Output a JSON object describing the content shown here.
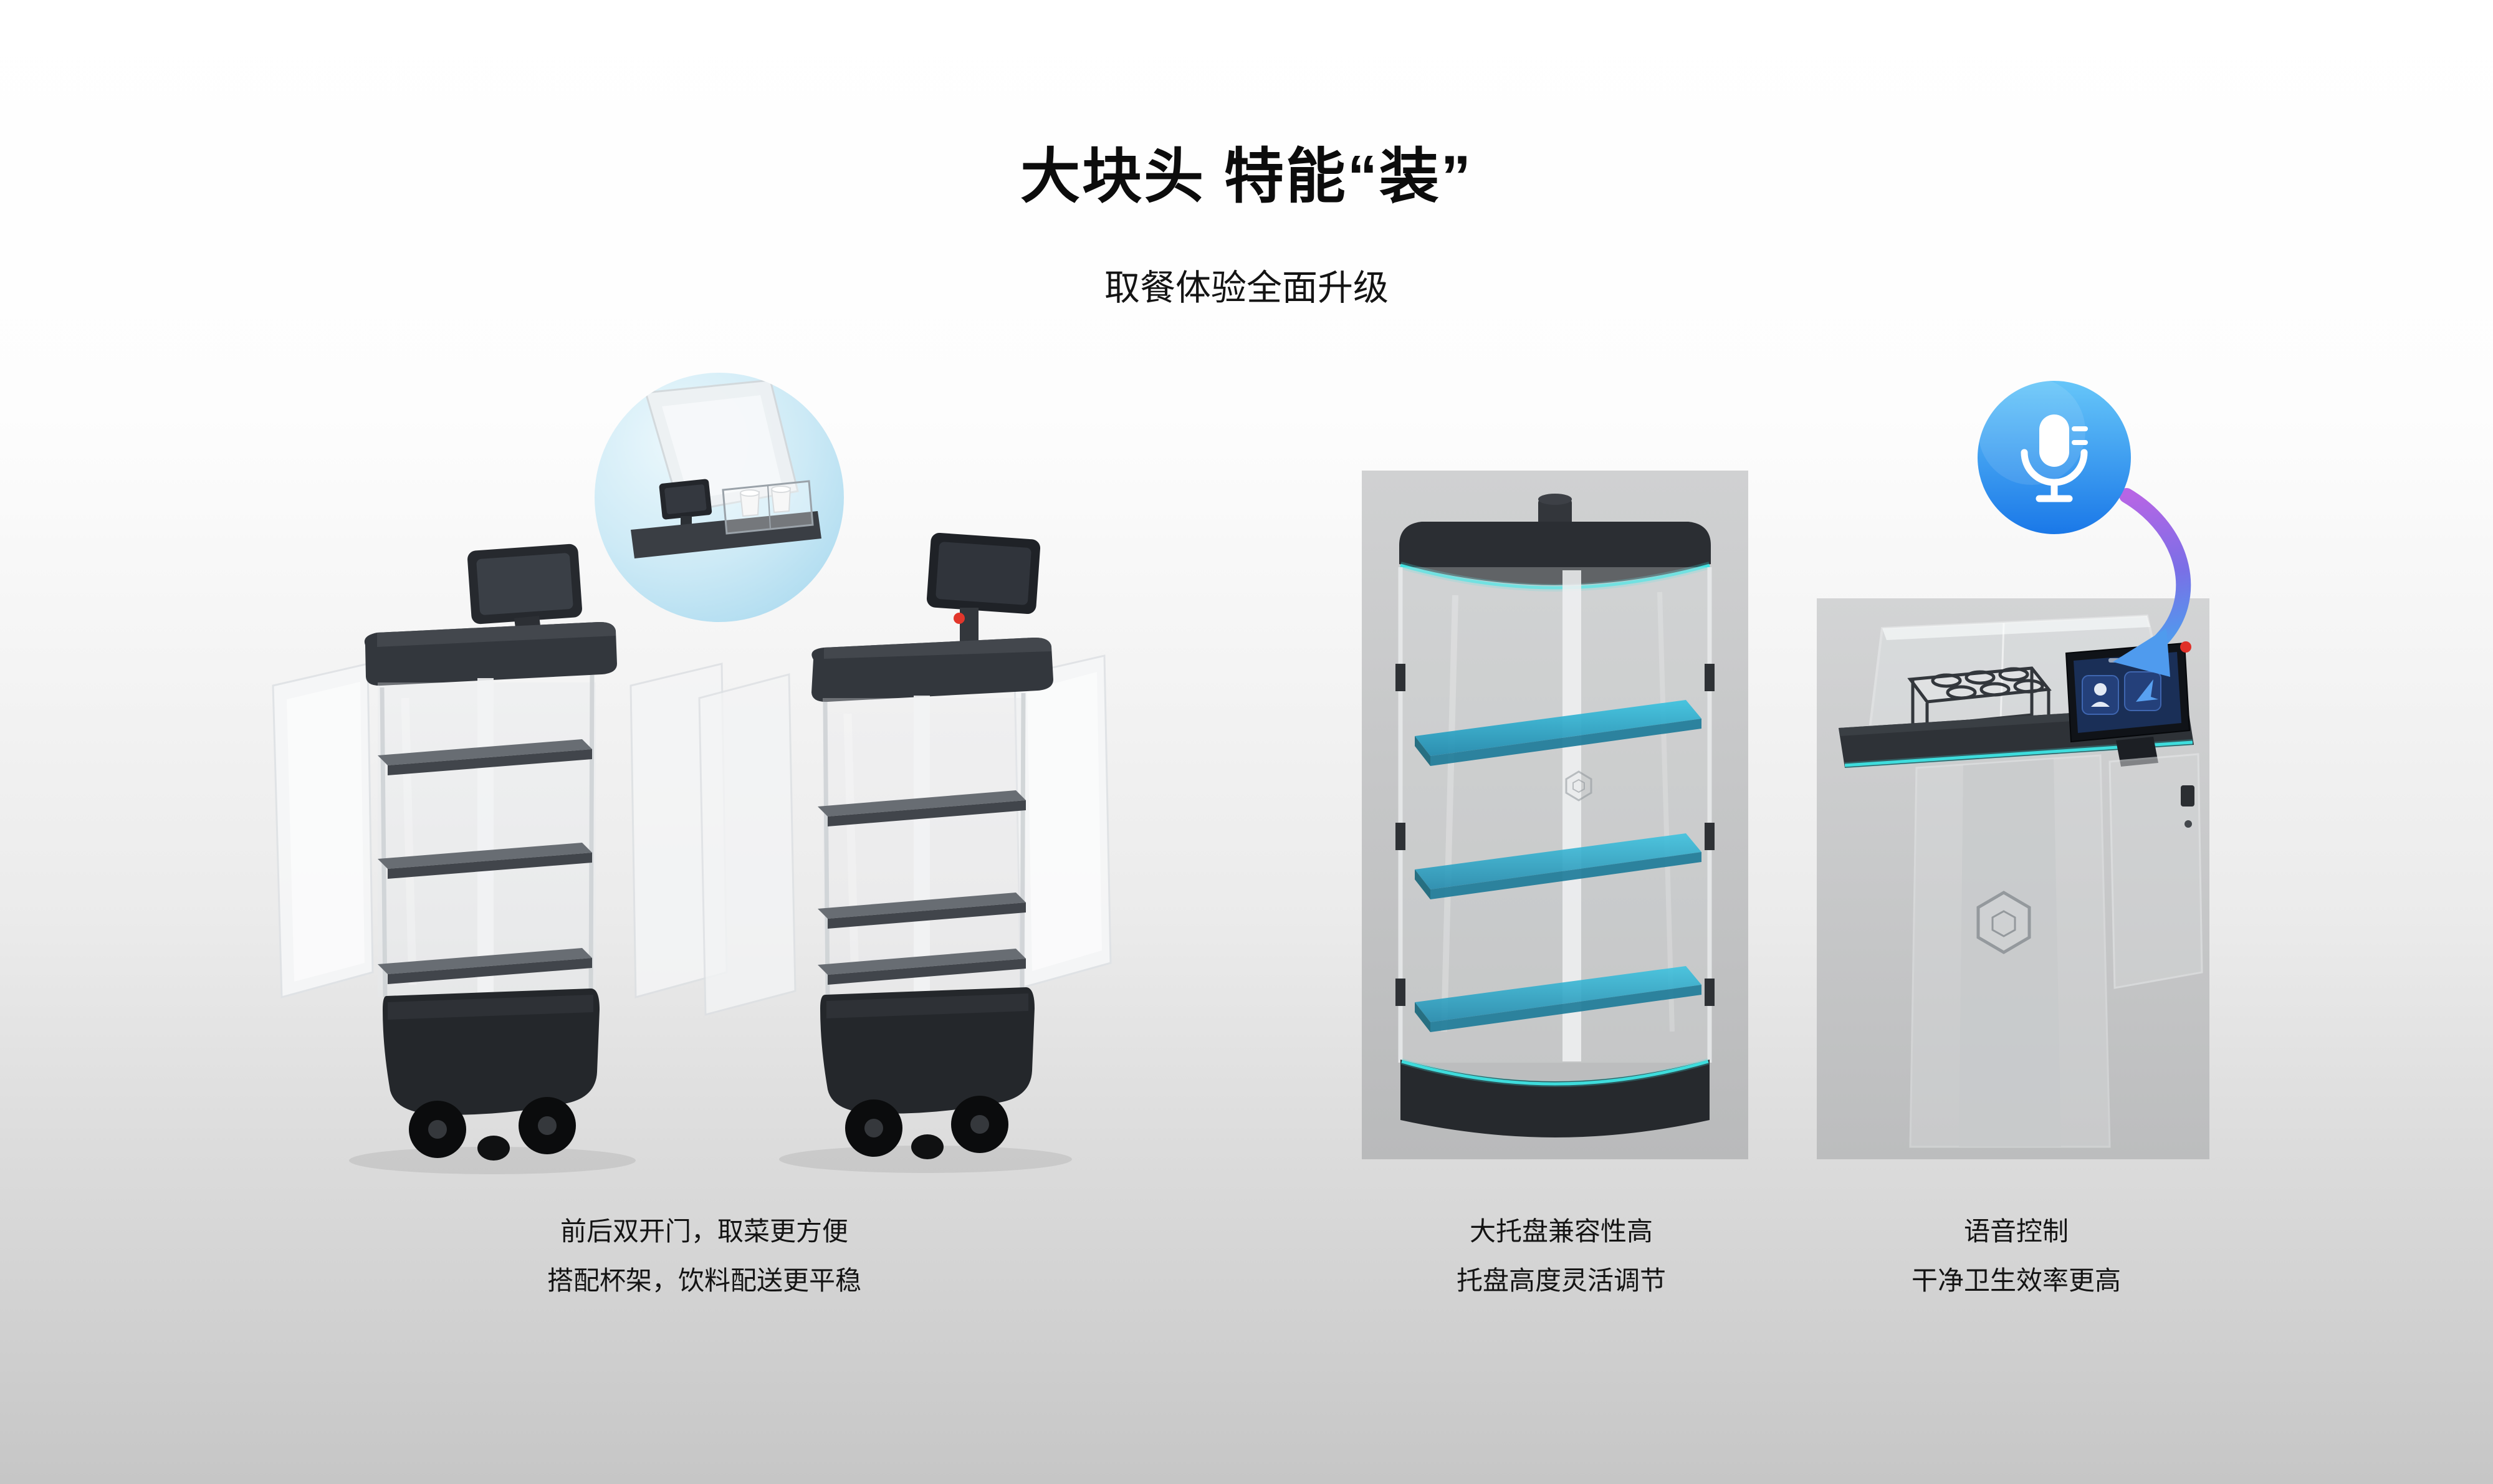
{
  "page": {
    "title": "大块头 特能“装”",
    "subtitle": "取餐体验全面升级"
  },
  "features": [
    {
      "name": "front-back-double-doors",
      "caption_lines": [
        "前后双开门，取菜更方便",
        "搭配杯架，饮料配送更平稳"
      ]
    },
    {
      "name": "large-compatible-trays",
      "caption_lines": [
        "大托盘兼容性高",
        "托盘高度灵活调节"
      ]
    },
    {
      "name": "voice-control",
      "caption_lines": [
        "语音控制",
        "干净卫生效率更高"
      ]
    }
  ],
  "icons": {
    "voice": "microphone-icon",
    "voice_pointer": "curved-arrow-icon"
  },
  "colors": {
    "background_top": "#ffffff",
    "background_bottom": "#c6c6c6",
    "accent_cyan": "#3fe4e4",
    "tray_teal": "#2aa6c9",
    "mic_blue": "#2e8ff0",
    "arrow_purple": "#a55ade"
  }
}
